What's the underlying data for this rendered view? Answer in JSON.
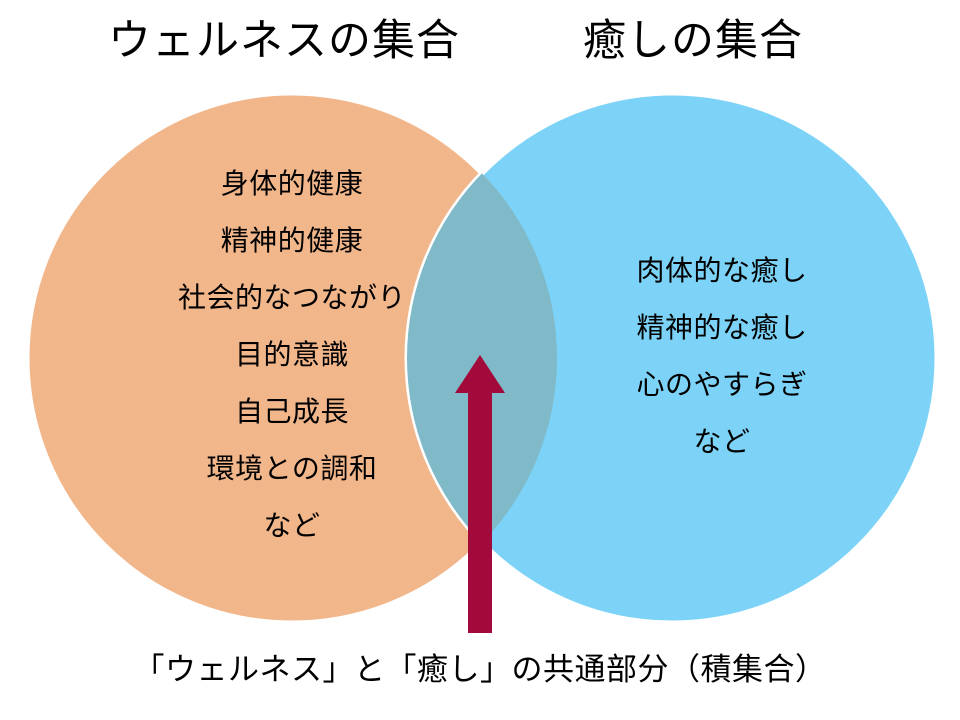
{
  "diagram": {
    "type": "venn",
    "left_set": {
      "title": "ウェルネスの集合",
      "fill_color": "#F2B68B",
      "items": [
        "身体的健康",
        "精神的健康",
        "社会的なつながり",
        "目的意識",
        "自己成長",
        "環境との調和",
        "など"
      ]
    },
    "right_set": {
      "title": "癒しの集合",
      "fill_color": "#7CD3F7",
      "items": [
        "肉体的な癒し",
        "精神的な癒し",
        "心のやすらぎ",
        "など"
      ]
    },
    "intersection": {
      "fill_color": "#80B9C8",
      "caption": "「ウェルネス」と「癒し」の共通部分（積集合）"
    },
    "arrow": {
      "color": "#A30A3C",
      "direction": "up",
      "points_to": "intersection"
    },
    "background_color": "#FFFFFF",
    "text_color": "#000000"
  }
}
